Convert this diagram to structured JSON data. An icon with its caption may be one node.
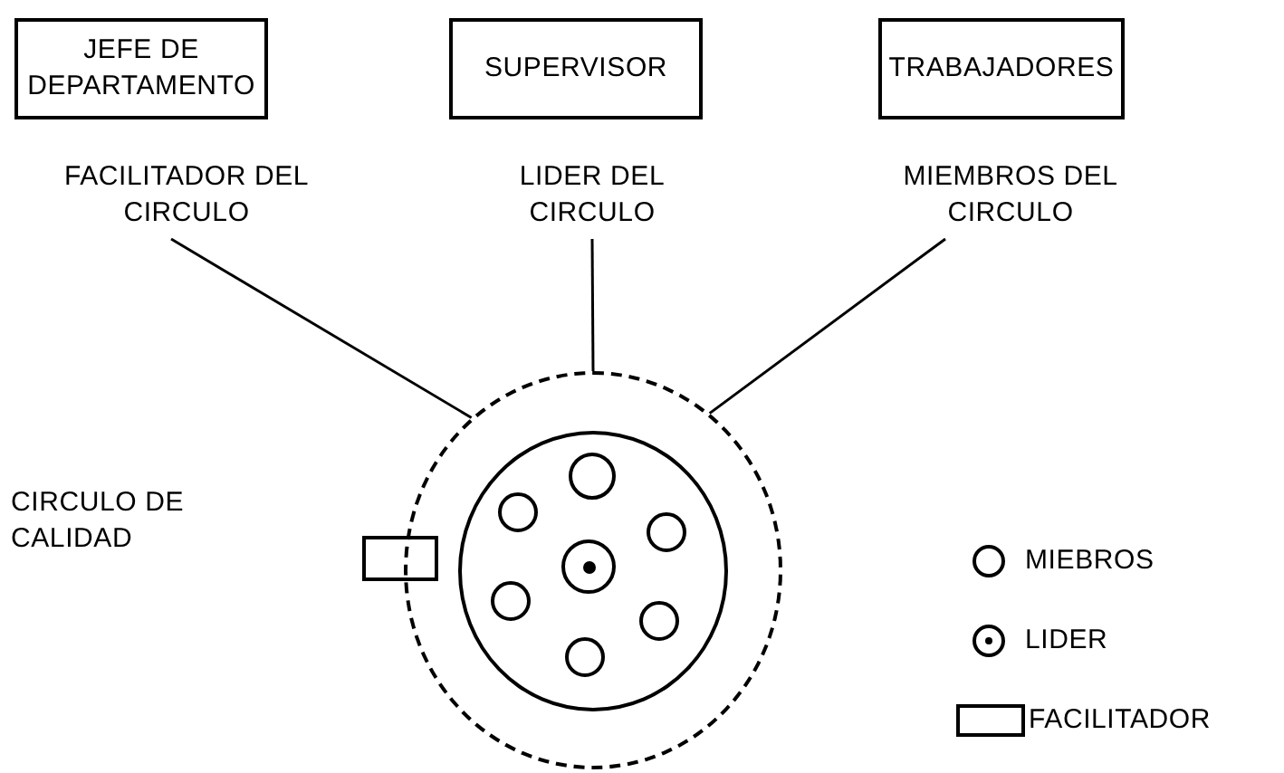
{
  "diagram": {
    "nodes": [
      {
        "text": [
          "JEFE DE DEPARTAMENTO"
        ]
      },
      {
        "text": [
          "SUPERVISOR"
        ]
      },
      {
        "text": [
          "TRABAJADORES"
        ]
      },
      {
        "text": [
          "FACILITADOR DEL CIRCULO"
        ]
      },
      {
        "text": [
          "LIDER DEL CIRCULO"
        ]
      },
      {
        "text": [
          "MIEMBROS DEL CIRCULO"
        ]
      },
      {
        "text": [],
        "shape": "circle"
      },
      {
        "text": [],
        "shape": "circle",
        "in": 6
      },
      {
        "text": [],
        "shape": "circle",
        "in": 7
      },
      {
        "text": [],
        "shape": "circle",
        "in": 7
      },
      {
        "text": [],
        "shape": "circle",
        "in": 7
      },
      {
        "text": [],
        "shape": "circle",
        "in": 7
      },
      {
        "text": [],
        "shape": "circle",
        "in": 7
      },
      {
        "text": [],
        "shape": "circle",
        "in": 7
      },
      {
        "text": [],
        "shape": "circle",
        "in": 7
      },
      {
        "text": [],
        "shape": "box"
      }
    ],
    "edges": [
      {
        "from": 3,
        "to": 6,
        "arrow": "none"
      },
      {
        "from": 4,
        "to": 6,
        "arrow": "none"
      },
      {
        "from": 5,
        "to": 6,
        "arrow": "none"
      }
    ],
    "labels": [
      "CIRCULO DE CALIDAD"
    ],
    "legend": [
      {
        "text": "MIEBROS"
      },
      {
        "text": "LIDER"
      },
      {
        "text": "FACILITADOR"
      }
    ]
  }
}
